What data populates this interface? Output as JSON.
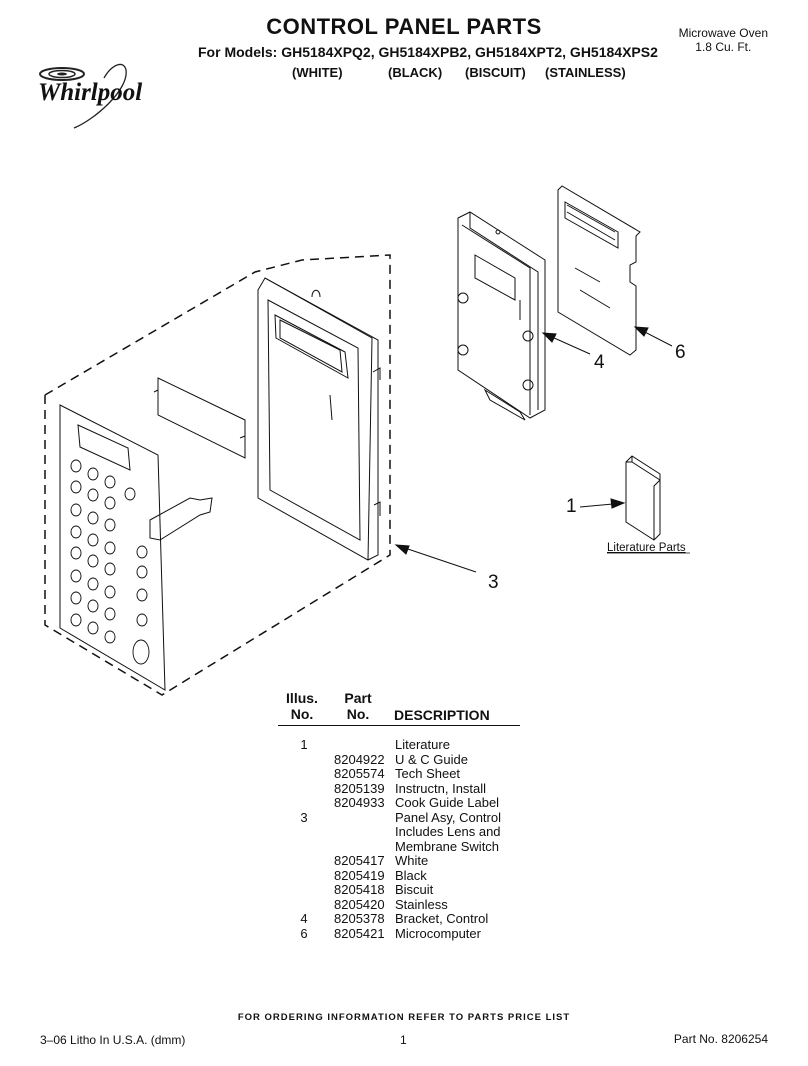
{
  "header": {
    "title": "CONTROL PANEL PARTS",
    "models": "For Models: GH5184XPQ2, GH5184XPB2, GH5184XPT2, GH5184XPS2",
    "variants": [
      "(WHITE)",
      "(BLACK)",
      "(BISCUIT)",
      "(STAINLESS)"
    ],
    "product_line1": "Microwave Oven",
    "product_line2": "1.8 Cu. Ft.",
    "brand": "Whirlpool"
  },
  "diagram": {
    "callouts": [
      "1",
      "3",
      "4",
      "6"
    ],
    "literature_caption": "Literature Parts"
  },
  "table": {
    "headers": {
      "illus": [
        "Illus.",
        "No."
      ],
      "part": [
        "Part",
        "No."
      ],
      "description": "DESCRIPTION"
    },
    "rows": [
      {
        "illus": "1",
        "part": "",
        "description": "Literature"
      },
      {
        "illus": "",
        "part": "8204922",
        "description": "U & C Guide"
      },
      {
        "illus": "",
        "part": "8205574",
        "description": "Tech Sheet"
      },
      {
        "illus": "",
        "part": "8205139",
        "description": "Instructn, Install"
      },
      {
        "illus": "",
        "part": "8204933",
        "description": "Cook Guide Label"
      },
      {
        "illus": "3",
        "part": "",
        "description": "Panel Asy, Control"
      },
      {
        "illus": "",
        "part": "",
        "description": "Includes Lens and"
      },
      {
        "illus": "",
        "part": "",
        "description": "Membrane Switch"
      },
      {
        "illus": "",
        "part": "8205417",
        "description": "White"
      },
      {
        "illus": "",
        "part": "8205419",
        "description": "Black"
      },
      {
        "illus": "",
        "part": "8205418",
        "description": "Biscuit"
      },
      {
        "illus": "",
        "part": "8205420",
        "description": "Stainless"
      },
      {
        "illus": "4",
        "part": "8205378",
        "description": "Bracket, Control"
      },
      {
        "illus": "6",
        "part": "8205421",
        "description": "Microcomputer"
      }
    ]
  },
  "footer": {
    "order_note": "FOR ORDERING INFORMATION REFER TO PARTS PRICE LIST",
    "litho": "3–06 Litho In U.S.A. (dmm)",
    "page": "1",
    "part_no": "Part No. 8206254"
  }
}
